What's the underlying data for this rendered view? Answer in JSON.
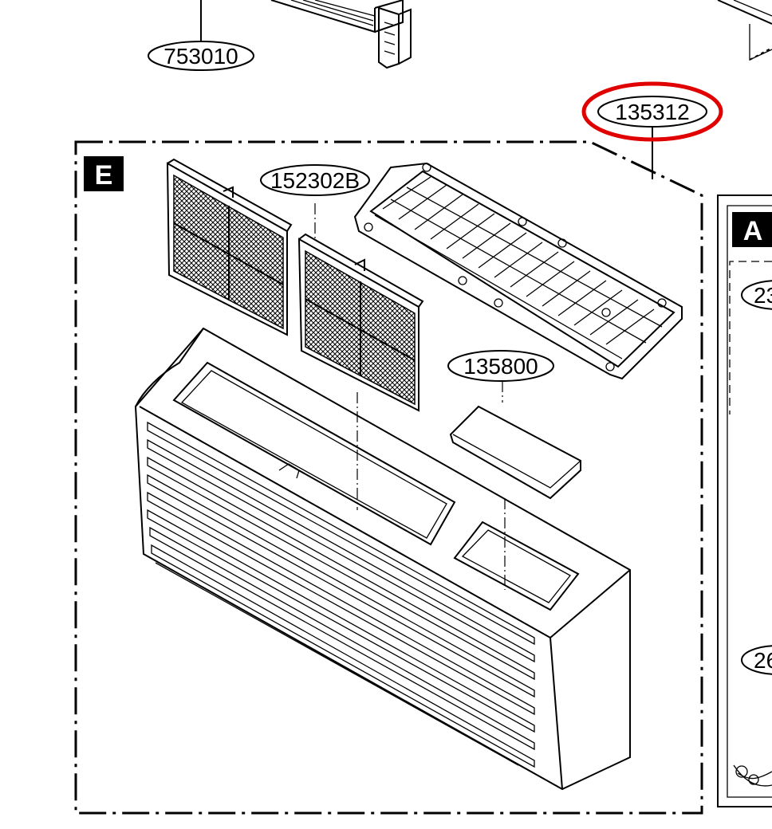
{
  "sections": {
    "E": {
      "letter": "E"
    },
    "A": {
      "letter": "A",
      "partial_labels": [
        "23",
        "26"
      ]
    }
  },
  "parts": [
    {
      "id": "753010"
    },
    {
      "id": "135312",
      "highlight": true,
      "highlight_color": "#e00000"
    },
    {
      "id": "152302B"
    },
    {
      "id": "135800"
    }
  ],
  "colors": {
    "line": "#000000",
    "highlight": "#e00000",
    "background": "#ffffff"
  }
}
